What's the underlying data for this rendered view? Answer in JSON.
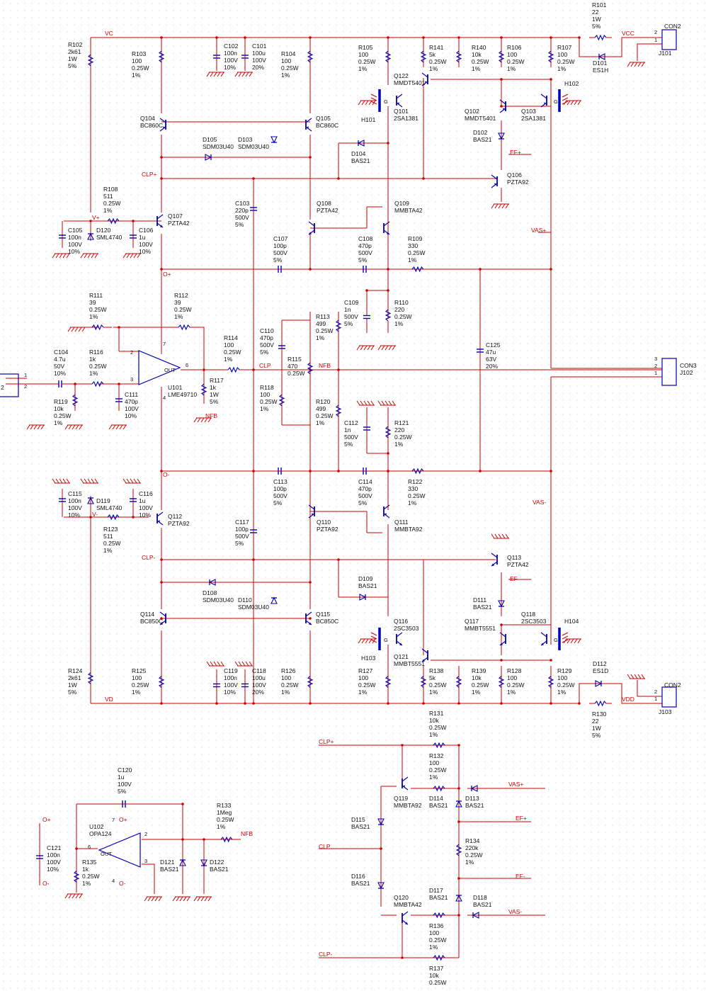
{
  "colors": {
    "wire": "#cc0000",
    "symbol": "#0000b4",
    "text": "#111111",
    "netlabel": "#cc0000",
    "grid": "#c8c8c8"
  },
  "rails": {
    "vc": "VC",
    "vd": "VD",
    "vcc": "VCC",
    "vdd": "VDD",
    "v_plus": "V+",
    "v_minus": "V-",
    "o_plus": "O+",
    "o_minus": "O-"
  },
  "nets": {
    "clp_plus": "CLP+",
    "clp_minus": "CLP-",
    "clp": "CLP",
    "nfb": "NFB",
    "ef_plus": "EF+",
    "ef_minus": "EF-",
    "vas_plus": "VAS+",
    "vas_minus": "VAS-"
  },
  "parts": [
    {
      "id": "r101",
      "ref": "R101",
      "v": [
        "22",
        "1W",
        "5%"
      ]
    },
    {
      "id": "r102",
      "ref": "R102",
      "v": [
        "2k61",
        "1W",
        "5%"
      ]
    },
    {
      "id": "r103",
      "ref": "R103",
      "v": [
        "100",
        "0.25W",
        "1%"
      ]
    },
    {
      "id": "c102",
      "ref": "C102",
      "v": [
        "100n",
        "100V",
        "10%"
      ]
    },
    {
      "id": "c101",
      "ref": "C101",
      "v": [
        "100u",
        "100V",
        "20%"
      ]
    },
    {
      "id": "r104",
      "ref": "R104",
      "v": [
        "100",
        "0.25W",
        "1%"
      ]
    },
    {
      "id": "r105",
      "ref": "R105",
      "v": [
        "100",
        "0.25W",
        "1%"
      ]
    },
    {
      "id": "r141",
      "ref": "R141",
      "v": [
        "5k",
        "0.25W",
        "1%"
      ]
    },
    {
      "id": "r140",
      "ref": "R140",
      "v": [
        "10k",
        "0.25W",
        "1%"
      ]
    },
    {
      "id": "r106",
      "ref": "R106",
      "v": [
        "100",
        "0.25W",
        "1%"
      ]
    },
    {
      "id": "r107",
      "ref": "R107",
      "v": [
        "100",
        "0.25W",
        "1%"
      ]
    },
    {
      "id": "q122",
      "ref": "Q122",
      "v": [
        "MMDT5401"
      ]
    },
    {
      "id": "h102",
      "ref": "H102",
      "v": []
    },
    {
      "id": "q101",
      "ref": "Q101",
      "v": [
        "2SA1381"
      ]
    },
    {
      "id": "h101",
      "ref": "H101",
      "v": []
    },
    {
      "id": "q102",
      "ref": "Q102",
      "v": [
        "MMDT5401"
      ]
    },
    {
      "id": "q103",
      "ref": "Q103",
      "v": [
        "2SA1381"
      ]
    },
    {
      "id": "d101",
      "ref": "D101",
      "v": [
        "ES1H"
      ]
    },
    {
      "id": "q104",
      "ref": "Q104",
      "v": [
        "BC860C"
      ]
    },
    {
      "id": "q105",
      "ref": "Q105",
      "v": [
        "BC860C"
      ]
    },
    {
      "id": "d105",
      "ref": "D105",
      "v": [
        "SDM03U40"
      ]
    },
    {
      "id": "d103",
      "ref": "D103",
      "v": [
        "SDM03U40"
      ]
    },
    {
      "id": "d104",
      "ref": "D104",
      "v": [
        "BAS21"
      ]
    },
    {
      "id": "d102",
      "ref": "D102",
      "v": [
        "BAS21"
      ]
    },
    {
      "id": "q106",
      "ref": "Q106",
      "v": [
        "PZTA92"
      ]
    },
    {
      "id": "r108",
      "ref": "R108",
      "v": [
        "511",
        "0.25W",
        "1%"
      ]
    },
    {
      "id": "q107",
      "ref": "Q107",
      "v": [
        "PZTA42"
      ]
    },
    {
      "id": "c103",
      "ref": "C103",
      "v": [
        "220p",
        "500V",
        "5%"
      ]
    },
    {
      "id": "q108",
      "ref": "Q108",
      "v": [
        "PZTA42"
      ]
    },
    {
      "id": "q109",
      "ref": "Q109",
      "v": [
        "MMBTA42"
      ]
    },
    {
      "id": "c105",
      "ref": "C105",
      "v": [
        "100n",
        "100V",
        "10%"
      ]
    },
    {
      "id": "d120",
      "ref": "D120",
      "v": [
        "SML4740"
      ]
    },
    {
      "id": "c106",
      "ref": "C106",
      "v": [
        "1u",
        "100V",
        "10%"
      ]
    },
    {
      "id": "c107",
      "ref": "C107",
      "v": [
        "100p",
        "500V",
        "5%"
      ]
    },
    {
      "id": "c108",
      "ref": "C108",
      "v": [
        "470p",
        "500V",
        "5%"
      ]
    },
    {
      "id": "r109",
      "ref": "R109",
      "v": [
        "330",
        "0.25W",
        "1%"
      ]
    },
    {
      "id": "r111",
      "ref": "R111",
      "v": [
        "39",
        "0.25W",
        "1%"
      ]
    },
    {
      "id": "r112",
      "ref": "R112",
      "v": [
        "39",
        "0.25W",
        "1%"
      ]
    },
    {
      "id": "c109",
      "ref": "C109",
      "v": [
        "1n",
        "500V",
        "5%"
      ]
    },
    {
      "id": "r110",
      "ref": "R110",
      "v": [
        "220",
        "0.25W",
        "1%"
      ]
    },
    {
      "id": "r113",
      "ref": "R113",
      "v": [
        "499",
        "0.25W",
        "1%"
      ]
    },
    {
      "id": "c110",
      "ref": "C110",
      "v": [
        "470p",
        "500V",
        "5%"
      ]
    },
    {
      "id": "r114",
      "ref": "R114",
      "v": [
        "100",
        "0.25W",
        "1%"
      ]
    },
    {
      "id": "c104",
      "ref": "C104",
      "v": [
        "4.7u",
        "50V",
        "10%"
      ]
    },
    {
      "id": "r116",
      "ref": "R116",
      "v": [
        "1k",
        "0.25W",
        "1%"
      ]
    },
    {
      "id": "r115",
      "ref": "R115",
      "v": [
        "470",
        "0.25W"
      ]
    },
    {
      "id": "c125",
      "ref": "C125",
      "v": [
        "47u",
        "63V",
        "20%"
      ]
    },
    {
      "id": "u101",
      "ref": "U101",
      "v": [
        "LME49710"
      ]
    },
    {
      "id": "r117",
      "ref": "R117",
      "v": [
        "1k",
        "1W",
        "5%"
      ]
    },
    {
      "id": "c111",
      "ref": "C111",
      "v": [
        "470p",
        "100V",
        "10%"
      ]
    },
    {
      "id": "r119",
      "ref": "R119",
      "v": [
        "10k",
        "0.25W",
        "1%"
      ]
    },
    {
      "id": "r118",
      "ref": "R118",
      "v": [
        "100",
        "0.25W",
        "1%"
      ]
    },
    {
      "id": "r120",
      "ref": "R120",
      "v": [
        "499",
        "0.25W",
        "1%"
      ]
    },
    {
      "id": "c112",
      "ref": "C112",
      "v": [
        "1n",
        "500V",
        "5%"
      ]
    },
    {
      "id": "r121",
      "ref": "R121",
      "v": [
        "220",
        "0.25W",
        "1%"
      ]
    },
    {
      "id": "c113",
      "ref": "C113",
      "v": [
        "100p",
        "500V",
        "5%"
      ]
    },
    {
      "id": "c114",
      "ref": "C114",
      "v": [
        "470p",
        "500V",
        "5%"
      ]
    },
    {
      "id": "r122",
      "ref": "R122",
      "v": [
        "330",
        "0.25W",
        "1%"
      ]
    },
    {
      "id": "c115",
      "ref": "C115",
      "v": [
        "100n",
        "100V",
        "10%"
      ]
    },
    {
      "id": "d119",
      "ref": "D119",
      "v": [
        "SML4740"
      ]
    },
    {
      "id": "c116",
      "ref": "C116",
      "v": [
        "1u",
        "100V",
        "10%"
      ]
    },
    {
      "id": "q112",
      "ref": "Q112",
      "v": [
        "PZTA92"
      ]
    },
    {
      "id": "r123",
      "ref": "R123",
      "v": [
        "511",
        "0.25W",
        "1%"
      ]
    },
    {
      "id": "c117",
      "ref": "C117",
      "v": [
        "100p",
        "500V",
        "5%"
      ]
    },
    {
      "id": "q110",
      "ref": "Q110",
      "v": [
        "PZTA92"
      ]
    },
    {
      "id": "q111",
      "ref": "Q111",
      "v": [
        "MMBTA92"
      ]
    },
    {
      "id": "q113",
      "ref": "Q113",
      "v": [
        "PZTA42"
      ]
    },
    {
      "id": "d109",
      "ref": "D109",
      "v": [
        "BAS21"
      ]
    },
    {
      "id": "d108",
      "ref": "D108",
      "v": [
        "SDM03U40"
      ]
    },
    {
      "id": "d110",
      "ref": "D110",
      "v": [
        "SDM03U40"
      ]
    },
    {
      "id": "d111",
      "ref": "D111",
      "v": [
        "BAS21"
      ]
    },
    {
      "id": "q114",
      "ref": "Q114",
      "v": [
        "BC850C"
      ]
    },
    {
      "id": "q115",
      "ref": "Q115",
      "v": [
        "BC850C"
      ]
    },
    {
      "id": "q116",
      "ref": "Q116",
      "v": [
        "2SC3503"
      ]
    },
    {
      "id": "q117",
      "ref": "Q117",
      "v": [
        "MMBT5551"
      ]
    },
    {
      "id": "q118",
      "ref": "Q118",
      "v": [
        "2SC3503"
      ]
    },
    {
      "id": "h104",
      "ref": "H104",
      "v": []
    },
    {
      "id": "h103",
      "ref": "H103",
      "v": []
    },
    {
      "id": "q121",
      "ref": "Q121",
      "v": [
        "MMBT5551"
      ]
    },
    {
      "id": "r124",
      "ref": "R124",
      "v": [
        "2k61",
        "1W",
        "5%"
      ]
    },
    {
      "id": "r125",
      "ref": "R125",
      "v": [
        "100",
        "0.25W",
        "1%"
      ]
    },
    {
      "id": "c119",
      "ref": "C119",
      "v": [
        "100n",
        "100V",
        "10%"
      ]
    },
    {
      "id": "c118",
      "ref": "C118",
      "v": [
        "100u",
        "100V",
        "20%"
      ]
    },
    {
      "id": "r126",
      "ref": "R126",
      "v": [
        "100",
        "0.25W",
        "1%"
      ]
    },
    {
      "id": "r127",
      "ref": "R127",
      "v": [
        "100",
        "0.25W",
        "1%"
      ]
    },
    {
      "id": "r138",
      "ref": "R138",
      "v": [
        "5k",
        "0.25W",
        "1%"
      ]
    },
    {
      "id": "r139",
      "ref": "R139",
      "v": [
        "10k",
        "0.25W",
        "1%"
      ]
    },
    {
      "id": "r128",
      "ref": "R128",
      "v": [
        "100",
        "0.25W",
        "1%"
      ]
    },
    {
      "id": "r129",
      "ref": "R129",
      "v": [
        "100",
        "0.25W",
        "1%"
      ]
    },
    {
      "id": "d112",
      "ref": "D112",
      "v": [
        "ES1D"
      ]
    },
    {
      "id": "r130",
      "ref": "R130",
      "v": [
        "22",
        "1W",
        "5%"
      ]
    },
    {
      "id": "r131",
      "ref": "R131",
      "v": [
        "10k",
        "0.25W",
        "1%"
      ]
    },
    {
      "id": "r132",
      "ref": "R132",
      "v": [
        "100",
        "0.25W",
        "1%"
      ]
    },
    {
      "id": "q119",
      "ref": "Q119",
      "v": [
        "MMBTA92"
      ]
    },
    {
      "id": "d114",
      "ref": "D114",
      "v": [
        "BAS21"
      ]
    },
    {
      "id": "d113",
      "ref": "D113",
      "v": [
        "BAS21"
      ]
    },
    {
      "id": "d115",
      "ref": "D115",
      "v": [
        "BAS21"
      ]
    },
    {
      "id": "r134",
      "ref": "R134",
      "v": [
        "220k",
        "0.25W",
        "1%"
      ]
    },
    {
      "id": "d116",
      "ref": "D116",
      "v": [
        "BAS21"
      ]
    },
    {
      "id": "d117",
      "ref": "D117",
      "v": [
        "BAS21"
      ]
    },
    {
      "id": "d118",
      "ref": "D118",
      "v": [
        "BAS21"
      ]
    },
    {
      "id": "q120",
      "ref": "Q120",
      "v": [
        "MMBTA42"
      ]
    },
    {
      "id": "r136",
      "ref": "R136",
      "v": [
        "100",
        "0.25W",
        "1%"
      ]
    },
    {
      "id": "r137",
      "ref": "R137",
      "v": [
        "10k",
        "0.25W"
      ]
    },
    {
      "id": "c120",
      "ref": "C120",
      "v": [
        "1u",
        "100V",
        "5%"
      ]
    },
    {
      "id": "u102",
      "ref": "U102",
      "v": [
        "OPA124"
      ]
    },
    {
      "id": "r133",
      "ref": "R133",
      "v": [
        "1Meg",
        "0.25W",
        "1%"
      ]
    },
    {
      "id": "c121",
      "ref": "C121",
      "v": [
        "100n",
        "100V",
        "10%"
      ]
    },
    {
      "id": "r135",
      "ref": "R135",
      "v": [
        "1k",
        "0.25W",
        "1%"
      ]
    },
    {
      "id": "d121",
      "ref": "D121",
      "v": [
        "BAS21"
      ]
    },
    {
      "id": "d122",
      "ref": "D122",
      "v": [
        "BAS21"
      ]
    }
  ],
  "connectors": {
    "con2_top": {
      "name": "CON2",
      "ref": "J101",
      "pins": [
        "2",
        "1"
      ]
    },
    "con2_bottom": {
      "name": "CON2",
      "ref": "J103",
      "pins": [
        "2",
        "1"
      ]
    },
    "con3": {
      "name": "CON3",
      "ref": "J102",
      "pins": [
        "3",
        "2",
        "1"
      ]
    },
    "input": {
      "pins": [
        "1",
        "2"
      ],
      "fragment": "2"
    }
  },
  "pins": {
    "u101": [
      "7",
      "2",
      "3",
      "6",
      "4"
    ],
    "u101_out": "OUT",
    "u102": [
      "7",
      "2",
      "6",
      "3",
      "4"
    ],
    "u102_out": "OUT",
    "gate": "G"
  }
}
